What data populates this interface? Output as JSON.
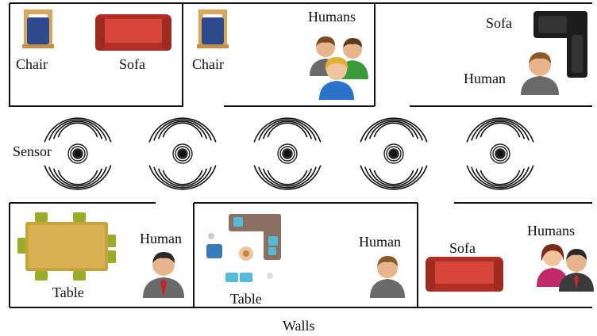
{
  "labels": {
    "chair_1": "Chair",
    "sofa_1": "Sofa",
    "chair_2": "Chair",
    "humans_1": "Humans",
    "sofa_2": "Sofa",
    "human_1": "Human",
    "sensor": "Sensor",
    "table_1": "Table",
    "human_2": "Human",
    "table_2": "Table",
    "human_3": "Human",
    "sofa_3": "Sofa",
    "humans_2": "Humans",
    "walls": "Walls"
  },
  "colors": {
    "wall": "#111111",
    "chair_seat": "#2f4a8a",
    "chair_wood": "#d9a660",
    "sofa_red": "#c0362a",
    "sofa_black": "#1c1c1c",
    "table_top": "#c9a13e",
    "table_chair": "#9aab2a",
    "skin": "#e8b48c",
    "hair": "#7a4a20",
    "shirt_blue": "#2a73c9",
    "shirt_green": "#3a9a3a",
    "suit_gray": "#6a6a6a",
    "tie_red": "#c0282a",
    "cushion_cyan": "#58b8d8",
    "lounge_brown": "#8a7060"
  },
  "icons": [
    "chair-icon",
    "sofa-icon",
    "human-icon",
    "humans-icon",
    "sensor-icon",
    "table-icon",
    "living-room-icon",
    "sectional-sofa-icon"
  ]
}
